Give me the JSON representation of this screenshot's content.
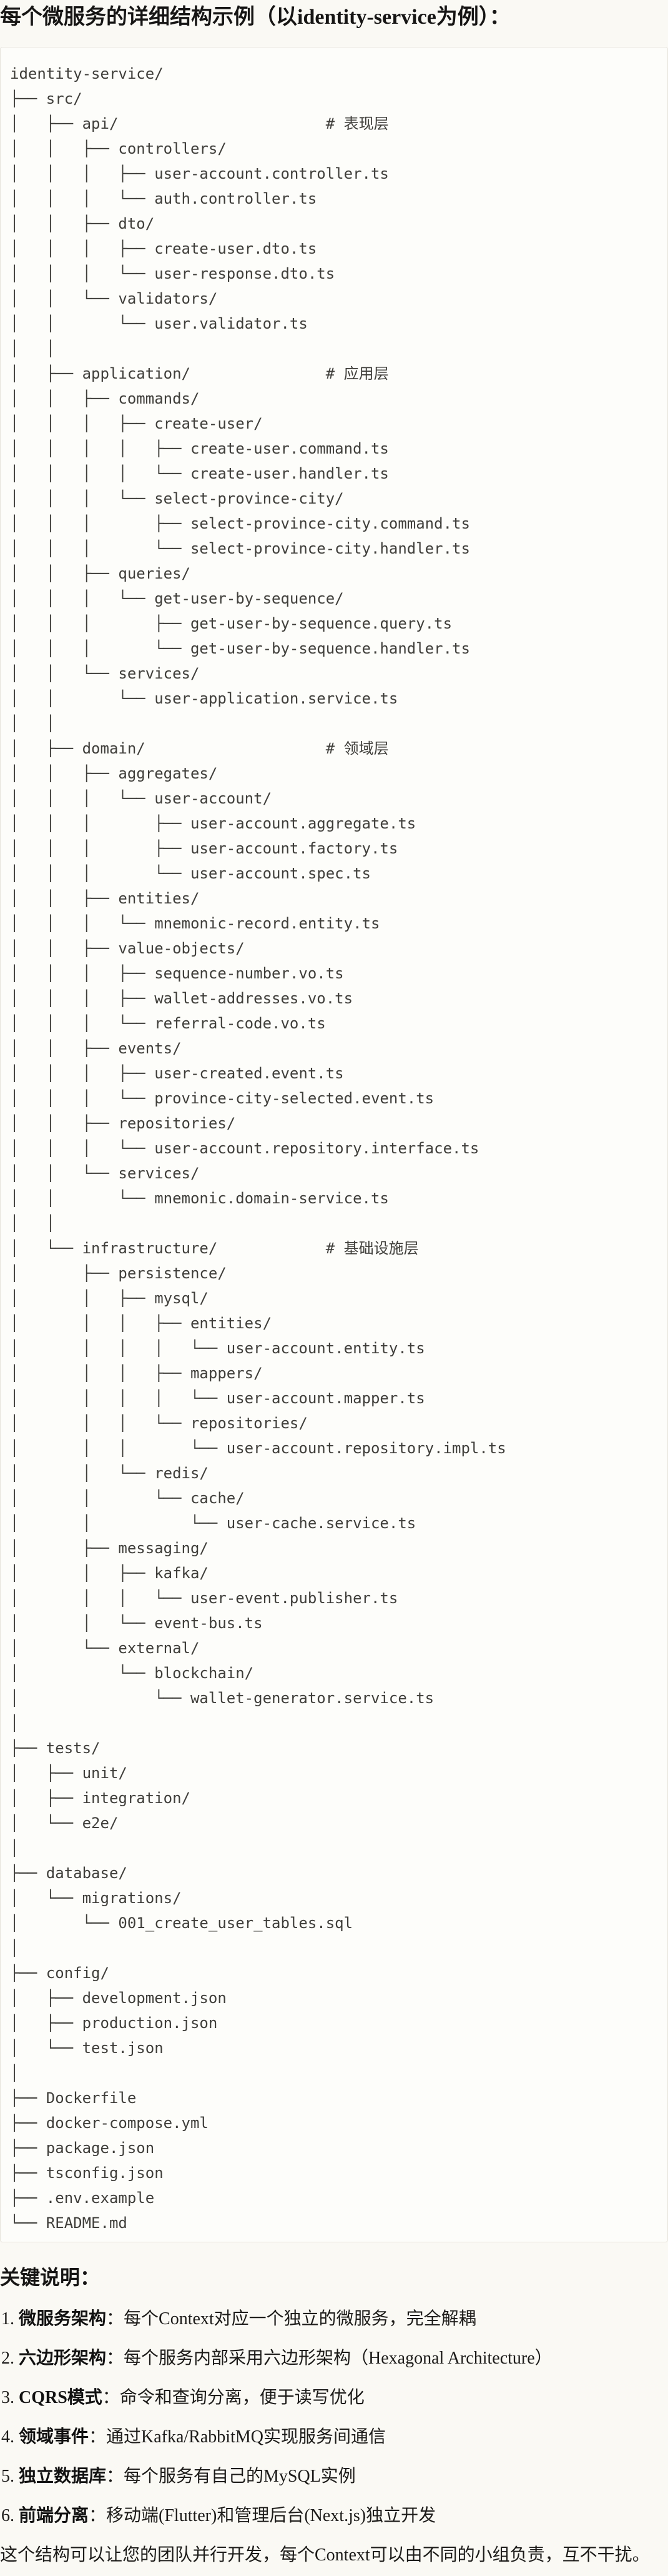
{
  "title": "每个微服务的详细结构示例（以identity-service为例）：",
  "colors": {
    "page_bg": "#faf9f4",
    "code_bg": "#fdfdfa",
    "code_border": "#e7e4dc",
    "code_text": "#3f3e3a",
    "text": "#1c1b19"
  },
  "code_block": {
    "lines": [
      "identity-service/",
      "├── src/",
      "│   ├── api/                       # 表现层",
      "│   │   ├── controllers/",
      "│   │   │   ├── user-account.controller.ts",
      "│   │   │   └── auth.controller.ts",
      "│   │   ├── dto/",
      "│   │   │   ├── create-user.dto.ts",
      "│   │   │   └── user-response.dto.ts",
      "│   │   └── validators/",
      "│   │       └── user.validator.ts",
      "│   │",
      "│   ├── application/               # 应用层",
      "│   │   ├── commands/",
      "│   │   │   ├── create-user/",
      "│   │   │   │   ├── create-user.command.ts",
      "│   │   │   │   └── create-user.handler.ts",
      "│   │   │   └── select-province-city/",
      "│   │   │       ├── select-province-city.command.ts",
      "│   │   │       └── select-province-city.handler.ts",
      "│   │   ├── queries/",
      "│   │   │   └── get-user-by-sequence/",
      "│   │   │       ├── get-user-by-sequence.query.ts",
      "│   │   │       └── get-user-by-sequence.handler.ts",
      "│   │   └── services/",
      "│   │       └── user-application.service.ts",
      "│   │",
      "│   ├── domain/                    # 领域层",
      "│   │   ├── aggregates/",
      "│   │   │   └── user-account/",
      "│   │   │       ├── user-account.aggregate.ts",
      "│   │   │       ├── user-account.factory.ts",
      "│   │   │       └── user-account.spec.ts",
      "│   │   ├── entities/",
      "│   │   │   └── mnemonic-record.entity.ts",
      "│   │   ├── value-objects/",
      "│   │   │   ├── sequence-number.vo.ts",
      "│   │   │   ├── wallet-addresses.vo.ts",
      "│   │   │   └── referral-code.vo.ts",
      "│   │   ├── events/",
      "│   │   │   ├── user-created.event.ts",
      "│   │   │   └── province-city-selected.event.ts",
      "│   │   ├── repositories/",
      "│   │   │   └── user-account.repository.interface.ts",
      "│   │   └── services/",
      "│   │       └── mnemonic.domain-service.ts",
      "│   │",
      "│   └── infrastructure/            # 基础设施层",
      "│       ├── persistence/",
      "│       │   ├── mysql/",
      "│       │   │   ├── entities/",
      "│       │   │   │   └── user-account.entity.ts",
      "│       │   │   ├── mappers/",
      "│       │   │   │   └── user-account.mapper.ts",
      "│       │   │   └── repositories/",
      "│       │   │       └── user-account.repository.impl.ts",
      "│       │   └── redis/",
      "│       │       └── cache/",
      "│       │           └── user-cache.service.ts",
      "│       ├── messaging/",
      "│       │   ├── kafka/",
      "│       │   │   └── user-event.publisher.ts",
      "│       │   └── event-bus.ts",
      "│       └── external/",
      "│           └── blockchain/",
      "│               └── wallet-generator.service.ts",
      "│",
      "├── tests/",
      "│   ├── unit/",
      "│   ├── integration/",
      "│   └── e2e/",
      "│",
      "├── database/",
      "│   └── migrations/",
      "│       └── 001_create_user_tables.sql",
      "│",
      "├── config/",
      "│   ├── development.json",
      "│   ├── production.json",
      "│   └── test.json",
      "│",
      "├── Dockerfile",
      "├── docker-compose.yml",
      "├── package.json",
      "├── tsconfig.json",
      "├── .env.example",
      "└── README.md"
    ]
  },
  "notes": {
    "heading": "关键说明：",
    "items": [
      {
        "term": "微服务架构",
        "desc": "：每个Context对应一个独立的微服务，完全解耦"
      },
      {
        "term": "六边形架构",
        "desc": "：每个服务内部采用六边形架构（Hexagonal Architecture）"
      },
      {
        "term": "CQRS模式",
        "desc": "：命令和查询分离，便于读写优化"
      },
      {
        "term": "领域事件",
        "desc": "：通过Kafka/RabbitMQ实现服务间通信"
      },
      {
        "term": "独立数据库",
        "desc": "：每个服务有自己的MySQL实例"
      },
      {
        "term": "前端分离",
        "desc": "：移动端(Flutter)和管理后台(Next.js)独立开发"
      }
    ],
    "closing": "这个结构可以让您的团队并行开发，每个Context可以由不同的小组负责，互不干扰。"
  }
}
